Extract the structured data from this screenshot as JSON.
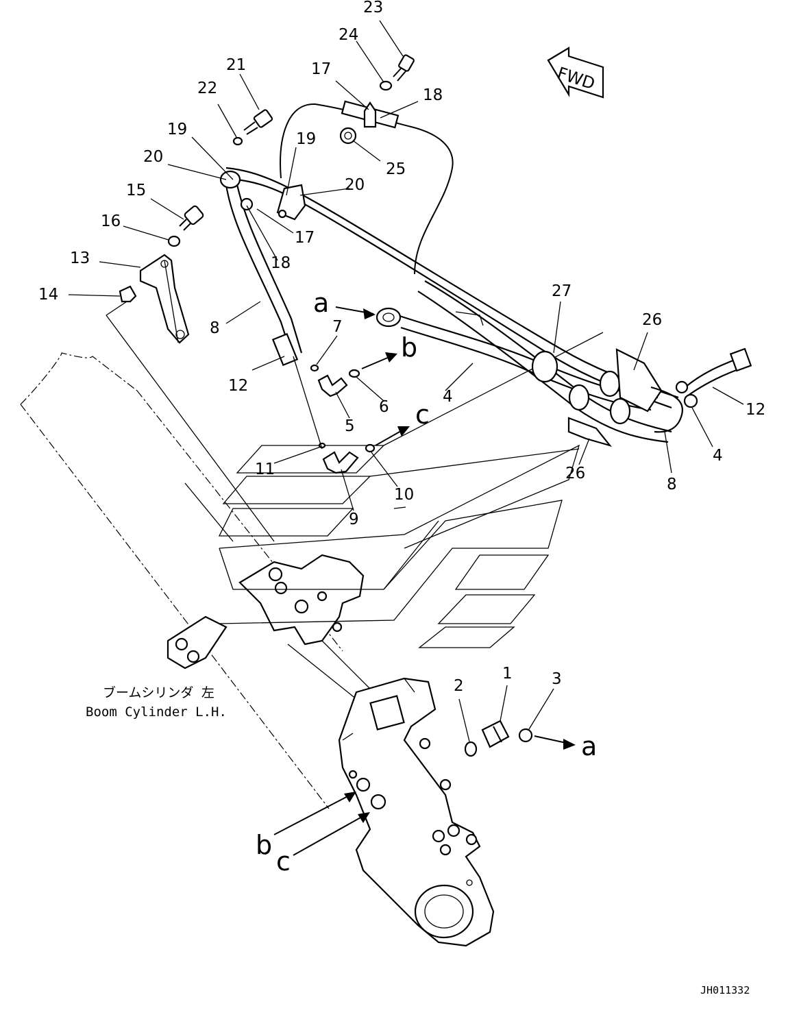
{
  "diagram": {
    "labels": [
      "1",
      "2",
      "3",
      "4",
      "4",
      "5",
      "6",
      "7",
      "8",
      "8",
      "9",
      "10",
      "11",
      "12",
      "12",
      "13",
      "14",
      "15",
      "16",
      "17",
      "17",
      "18",
      "18",
      "19",
      "19",
      "20",
      "20",
      "21",
      "22",
      "23",
      "24",
      "25",
      "26",
      "26",
      "27"
    ],
    "connection_letters": [
      "a",
      "a",
      "b",
      "b",
      "c",
      "c"
    ],
    "direction_marker": "FWD",
    "caption_jp": "ブームシリンダ 左",
    "caption_en": "Boom Cylinder L.H.",
    "drawing_code": "JH011332"
  }
}
